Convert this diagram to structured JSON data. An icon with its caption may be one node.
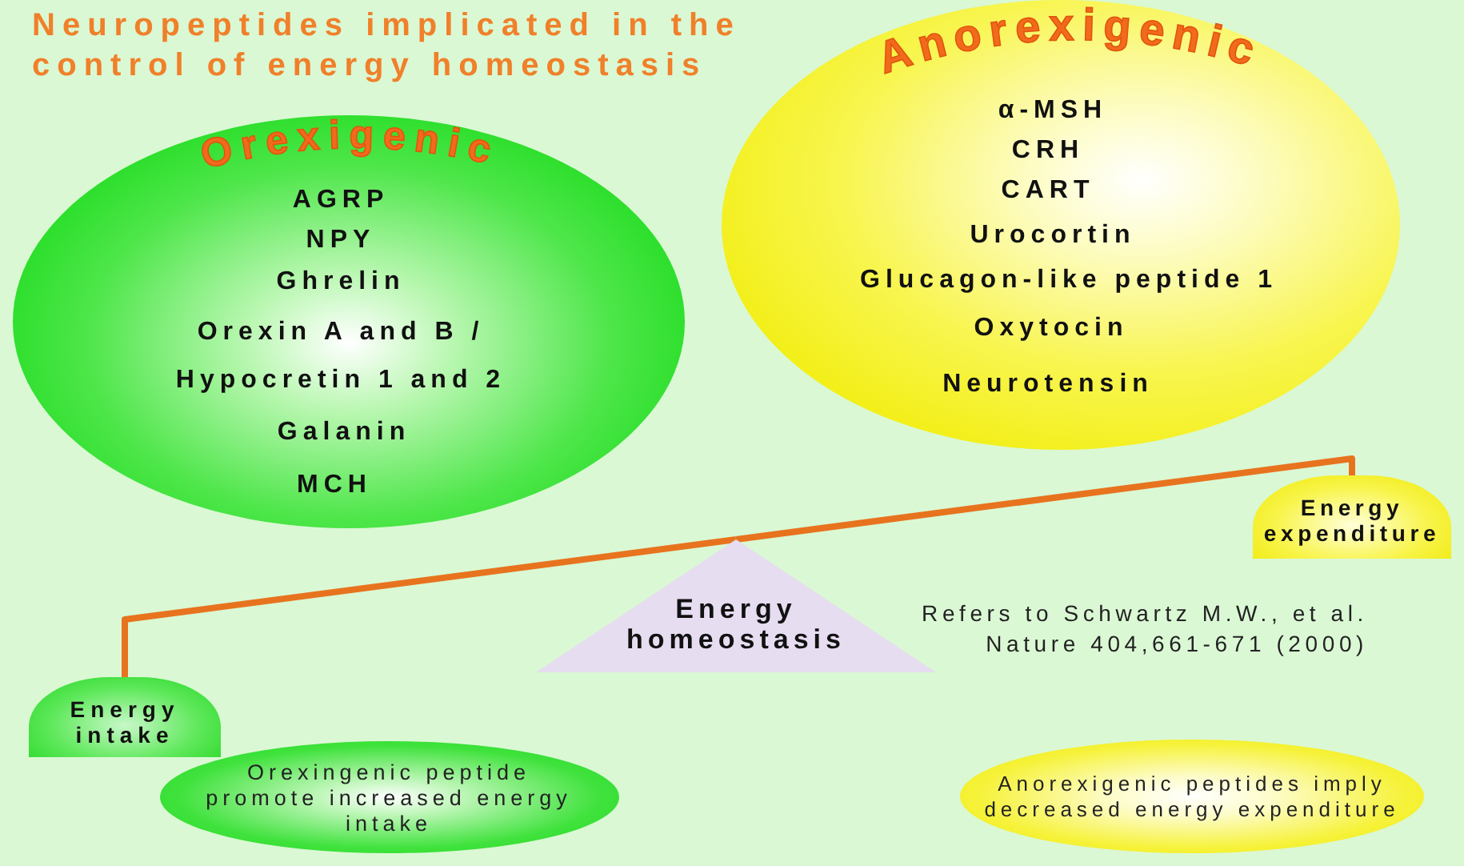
{
  "diagram": {
    "title": "Neuropeptides implicated in the control of energy homeostasis",
    "nodes": [
      {
        "text": [
          "Orexigenic",
          "AGRP",
          "NPY",
          "Ghrelin",
          "Orexin A and B / Hypocretin 1 and 2",
          "Galanin",
          "MCH"
        ]
      },
      {
        "text": [
          "Anorexigenic",
          "α-MSH",
          "CRH",
          "CART",
          "Urocortin",
          "Glucagon-like peptide 1",
          "Oxytocin",
          "Neurotensin"
        ]
      },
      {
        "text": [
          "Energy homeostasis"
        ]
      },
      {
        "text": [
          "Energy intake"
        ]
      },
      {
        "text": [
          "Energy expenditure"
        ]
      },
      {
        "text": [
          "Orexingenic peptide promote increased energy intake"
        ]
      },
      {
        "text": [
          "Anorexigenic peptides imply decreased energy expenditure"
        ]
      }
    ],
    "edges": [
      {
        "from": 3,
        "to": 2,
        "arrow": "none"
      },
      {
        "from": 2,
        "to": 4,
        "arrow": "none"
      }
    ],
    "labels": [
      "Refers to Schwartz M.W., et al. Nature 404,661-671 (2000)"
    ]
  }
}
